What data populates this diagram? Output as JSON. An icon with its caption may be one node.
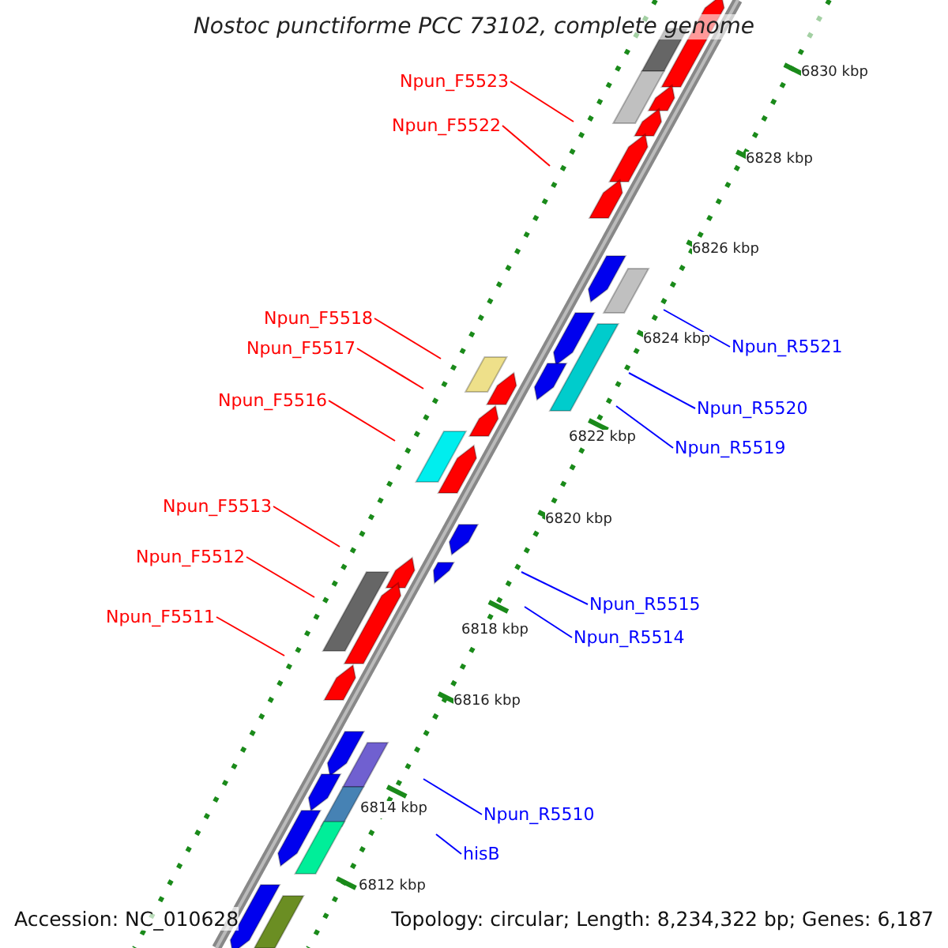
{
  "diagram": {
    "title": "Nostoc punctiforme PCC 73102, complete genome",
    "nodes": [
      {
        "text": [
          "Npun_F5523"
        ]
      },
      {
        "text": [
          "Npun_F5522"
        ]
      },
      {
        "text": [
          "Npun_F5518"
        ]
      },
      {
        "text": [
          "Npun_F5517"
        ]
      },
      {
        "text": [
          "Npun_F5516"
        ]
      },
      {
        "text": [
          "Npun_F5513"
        ]
      },
      {
        "text": [
          "Npun_F5512"
        ]
      },
      {
        "text": [
          "Npun_F5511"
        ]
      },
      {
        "text": [
          "Npun_R5521"
        ]
      },
      {
        "text": [
          "Npun_R5520"
        ]
      },
      {
        "text": [
          "Npun_R5519"
        ]
      },
      {
        "text": [
          "Npun_R5515"
        ]
      },
      {
        "text": [
          "Npun_R5514"
        ]
      },
      {
        "text": [
          "Npun_R5510"
        ]
      },
      {
        "text": [
          "hisB"
        ]
      }
    ],
    "edges": [
      {
        "from": 0,
        "to": null,
        "arrow": "none"
      },
      {
        "from": 1,
        "to": null,
        "arrow": "none"
      },
      {
        "from": 2,
        "to": null,
        "arrow": "none"
      },
      {
        "from": 3,
        "to": null,
        "arrow": "none"
      },
      {
        "from": 4,
        "to": null,
        "arrow": "none"
      },
      {
        "from": 5,
        "to": null,
        "arrow": "none"
      },
      {
        "from": 6,
        "to": null,
        "arrow": "none"
      },
      {
        "from": 7,
        "to": null,
        "arrow": "none"
      },
      {
        "from": 8,
        "to": null,
        "arrow": "none",
        "color": "#0000ff"
      },
      {
        "from": 9,
        "to": null,
        "arrow": "none",
        "color": "#0000ff"
      },
      {
        "from": 10,
        "to": null,
        "arrow": "none",
        "color": "#0000ff"
      },
      {
        "from": 11,
        "to": null,
        "arrow": "none",
        "color": "#0000ff"
      },
      {
        "from": 12,
        "to": null,
        "arrow": "none",
        "color": "#0000ff"
      },
      {
        "from": 13,
        "to": null,
        "arrow": "none",
        "color": "#0000ff"
      },
      {
        "from": 14,
        "to": null,
        "arrow": "none",
        "color": "#0000ff"
      }
    ],
    "labels": [
      "6830 kbp",
      "6828 kbp",
      "6826 kbp",
      "6824 kbp",
      "6822 kbp",
      "6820 kbp",
      "6818 kbp",
      "6816 kbp",
      "6814 kbp",
      "6812 kbp",
      "Accession: NC_010628",
      "Topology: circular; Length: 8,234,322 bp; Genes: 6,187"
    ]
  }
}
